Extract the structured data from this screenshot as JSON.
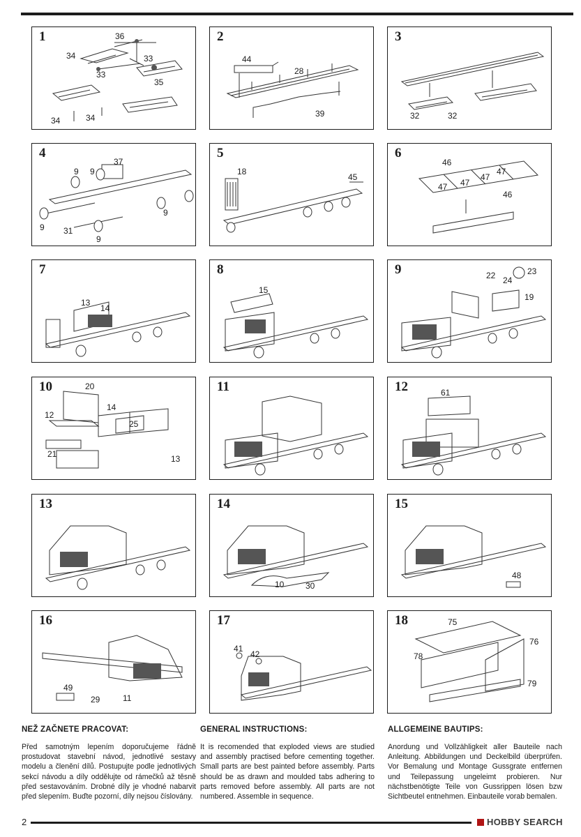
{
  "page": {
    "number": "2",
    "watermark": "HOBBY SEARCH"
  },
  "panels": [
    {
      "step": "1",
      "labels": [
        "36",
        "34",
        "33",
        "33",
        "35",
        "34",
        "34"
      ]
    },
    {
      "step": "2",
      "labels": [
        "44",
        "28",
        "39"
      ]
    },
    {
      "step": "3",
      "labels": [
        "32",
        "32"
      ]
    },
    {
      "step": "4",
      "labels": [
        "37",
        "9",
        "9",
        "9",
        "9",
        "31",
        "9"
      ]
    },
    {
      "step": "5",
      "labels": [
        "18",
        "45"
      ]
    },
    {
      "step": "6",
      "labels": [
        "46",
        "47",
        "47",
        "47",
        "47",
        "46"
      ]
    },
    {
      "step": "7",
      "labels": [
        "13",
        "14"
      ]
    },
    {
      "step": "8",
      "labels": [
        "15"
      ]
    },
    {
      "step": "9",
      "labels": [
        "22",
        "24",
        "23",
        "19"
      ]
    },
    {
      "step": "10",
      "labels": [
        "20",
        "12",
        "14",
        "25",
        "21",
        "13"
      ]
    },
    {
      "step": "11",
      "labels": []
    },
    {
      "step": "12",
      "labels": [
        "61"
      ]
    },
    {
      "step": "13",
      "labels": []
    },
    {
      "step": "14",
      "labels": [
        "10",
        "30"
      ]
    },
    {
      "step": "15",
      "labels": [
        "48"
      ]
    },
    {
      "step": "16",
      "labels": [
        "49",
        "29",
        "11"
      ]
    },
    {
      "step": "17",
      "labels": [
        "41",
        "42"
      ]
    },
    {
      "step": "18",
      "labels": [
        "75",
        "78",
        "76",
        "79"
      ]
    }
  ],
  "instructions": [
    {
      "title": "NEŽ ZAČNETE PRACOVAT:",
      "text": "Před samotným lepením doporučujeme řádně prostudovat stavební návod, jednotlivé sestavy modelu a členění dílů. Postupujte podle jednotlivých sekcí návodu a díly oddělujte od rámečků až těsně před sestavováním. Drobné díly je vhodné nabarvit před slepením. Buďte pozorní, díly nejsou číslovány."
    },
    {
      "title": "GENERAL INSTRUCTIONS:",
      "text": "It is recomended that exploded views are studied and assembly practised before cementing together. Small parts are best painted before assembly. Parts should be as drawn and moulded tabs adhering to parts removed before assembly. All parts are not numbered. Assemble in sequence."
    },
    {
      "title": "ALLGEMEINE BAUTIPS:",
      "text": "Anordung und Vollzähligkeit aller Bauteile nach Anleitung. Abbildungen und Deckelbild überprüfen. Vor Bemalung und Montage Gussgrate entfernen und Teilepassung ungeleimt probieren. Nur nächstbenötigte Teile von Gussrippen lösen bzw Sichtbeutel entnehmen. Einbauteile vorab bemalen."
    }
  ]
}
